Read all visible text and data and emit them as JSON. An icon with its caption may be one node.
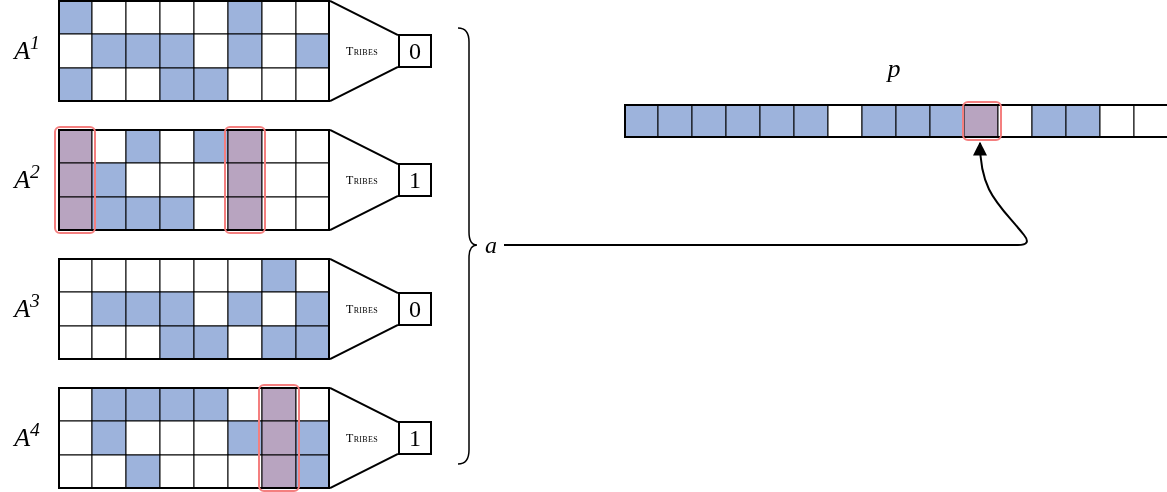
{
  "diagram": {
    "nodes": [
      {
        "text": [],
        "shape": "grid",
        "beside": [
          "A$^{1}$"
        ]
      },
      {
        "text": [
          "Tribes"
        ]
      },
      {
        "text": [
          "0"
        ]
      },
      {
        "text": [],
        "shape": "grid",
        "beside": [
          "A$^{2}$"
        ]
      },
      {
        "text": [
          "Tribes"
        ]
      },
      {
        "text": [
          "1"
        ]
      },
      {
        "text": [],
        "shape": "grid",
        "beside": [
          "A$^{3}$"
        ]
      },
      {
        "text": [
          "Tribes"
        ]
      },
      {
        "text": [
          "0"
        ]
      },
      {
        "text": [],
        "shape": "grid",
        "beside": [
          "A$^{4}$"
        ]
      },
      {
        "text": [
          "Tribes"
        ]
      },
      {
        "text": [
          "1"
        ]
      },
      {
        "text": [
          "a"
        ]
      },
      {
        "text": [],
        "shape": "bar",
        "beside": [
          "p"
        ]
      },
      {
        "text": [],
        "shape": "box",
        "in": 13
      }
    ],
    "edges": [
      {
        "from": 12,
        "to": 14,
        "arrow": "to"
      }
    ]
  }
}
